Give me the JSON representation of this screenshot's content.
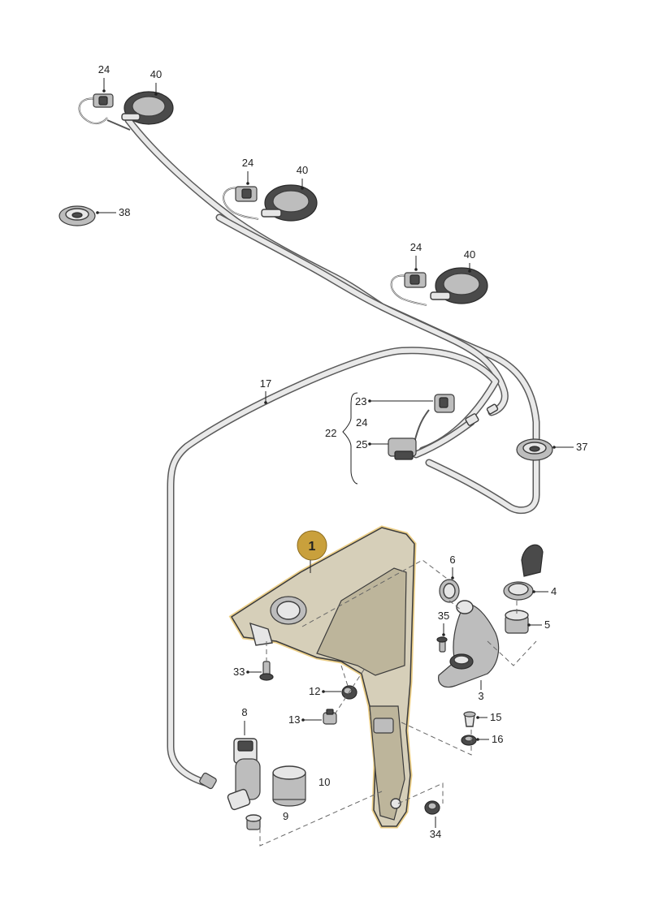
{
  "badge": {
    "number": "1",
    "color": "#c9a03c"
  },
  "labels": {
    "l24a": "24",
    "l40a": "40",
    "l24b": "24",
    "l40b": "40",
    "l24c": "24",
    "l40c": "40",
    "l38": "38",
    "l17": "17",
    "l23": "23",
    "l22": "22",
    "l24d": "24",
    "l25": "25",
    "l37": "37",
    "l6": "6",
    "l4": "4",
    "l5": "5",
    "l35": "35",
    "l3": "3",
    "l33": "33",
    "l12": "12",
    "l13": "13",
    "l8": "8",
    "l10": "10",
    "l9": "9",
    "l15": "15",
    "l16": "16",
    "l34": "34"
  },
  "colors": {
    "tank_highlight": "#e7c572",
    "tank_fill": "#d6cfb9",
    "hose": "#5a5a5a"
  }
}
